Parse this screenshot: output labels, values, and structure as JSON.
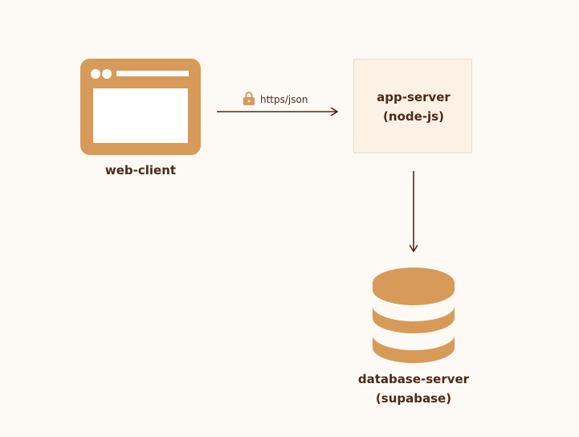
{
  "nodes": {
    "web_client": {
      "label": "web-client",
      "icon": "browser-window-icon"
    },
    "app_server": {
      "line1": "app-server",
      "line2": "(node-js)"
    },
    "database_server": {
      "line1": "database-server",
      "line2": "(supabase)",
      "icon": "database-icon"
    }
  },
  "edges": {
    "client_to_server": {
      "label": "https/json",
      "icon": "lock-icon"
    },
    "server_to_database": {
      "label": ""
    }
  },
  "colors": {
    "background": "#fdfaf6",
    "icon_fill": "#d89a58",
    "box_fill": "#fbf1e4",
    "text": "#4a2a1a",
    "arrow": "#4a2a1a"
  }
}
